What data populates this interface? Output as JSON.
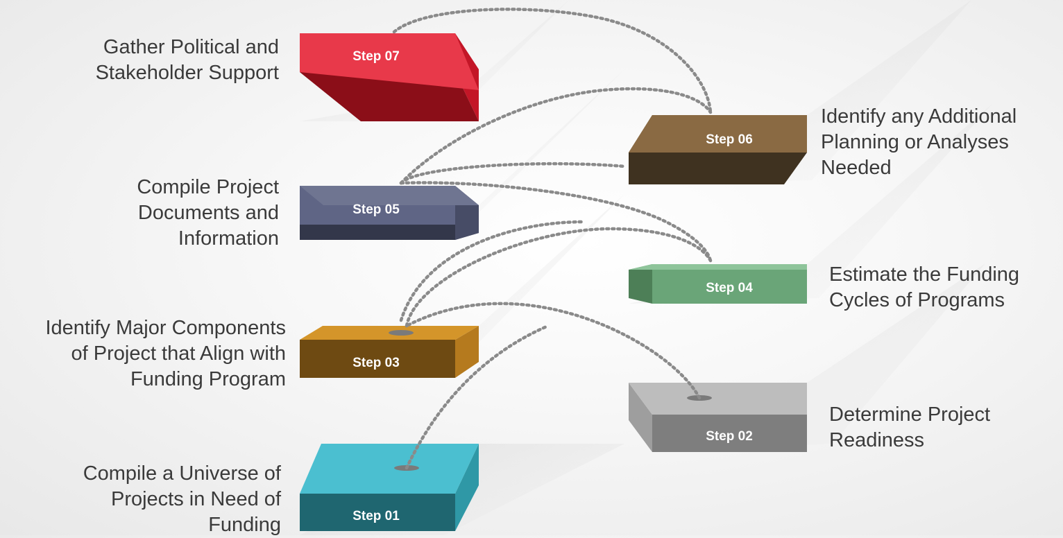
{
  "steps": [
    {
      "id": "01",
      "label": "Step 01",
      "description": "Compile a Universe of\nProjects in Need of\nFunding",
      "colors": {
        "top": "#4BBFD0",
        "front": "#1F6670",
        "side": "#2F98A6"
      }
    },
    {
      "id": "02",
      "label": "Step 02",
      "description": "Determine Project\nReadiness",
      "colors": {
        "top": "#BDBDBD",
        "front": "#7E7E7E",
        "side": "#9E9E9E"
      }
    },
    {
      "id": "03",
      "label": "Step 03",
      "description": "Identify Major Components\nof Project that Align with\nFunding Program",
      "colors": {
        "top": "#D4952A",
        "front": "#6E4A12",
        "side": "#B57A1E"
      }
    },
    {
      "id": "04",
      "label": "Step 04",
      "description": "Estimate the Funding\nCycles of Programs",
      "colors": {
        "top": "#8EC49A",
        "front": "#6AA578",
        "side": "#4D7F57"
      }
    },
    {
      "id": "05",
      "label": "Step 05",
      "description": "Compile Project\nDocuments and\nInformation",
      "colors": {
        "top": "#6F7591",
        "front": "#5F6585",
        "side": "#474C66"
      }
    },
    {
      "id": "06",
      "label": "Step 06",
      "description": "Identify any Additional\nPlanning or Analyses\nNeeded",
      "colors": {
        "top": "#8A6A43",
        "front": "#3F3220",
        "side": "#634B2C"
      }
    },
    {
      "id": "07",
      "label": "Step 07",
      "description": "Gather Political and\nStakeholder Support",
      "colors": {
        "top": "#E8394A",
        "front": "#8B0E18",
        "side": "#C31627"
      }
    }
  ],
  "connector_color": "#8A8A8A"
}
